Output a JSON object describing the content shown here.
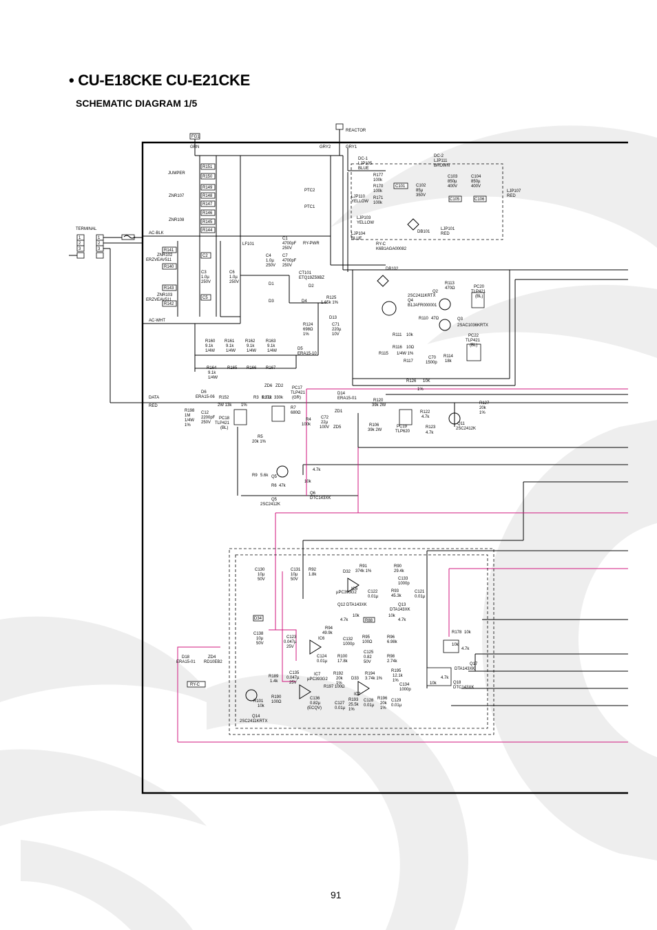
{
  "header": {
    "title": "• CU-E18CKE  CU-E21CKE",
    "subtitle": "SCHEMATIC DIAGRAM 1/5"
  },
  "footer": {
    "page_number": "91"
  },
  "schematic": {
    "connectors": {
      "terminal": "TERMINAL",
      "fg1": "FG1",
      "reactor": "REACTOR",
      "grn": "GRN",
      "gry2": "GRY2",
      "gry1": "GRY1",
      "ac_blk": "AC-BLK",
      "ac_wht": "AC-WHT",
      "data": "DATA",
      "red": "RED",
      "jumper": "JUMPER",
      "dc1": "DC-1",
      "dc2": "DC-2",
      "ljp105": "LJP105",
      "blue1": "BLUE",
      "ljp111": "LJP111",
      "brown": "BROWN",
      "ljp110": "LJP110",
      "yellow1": "YELLOW",
      "ljp103": "LJP103",
      "yellow2": "YELLOW",
      "ljp104": "LJP104",
      "blue2": "BLUE",
      "ljp107": "LJP107",
      "red2": "RED",
      "ljp101": "LJP101",
      "red3": "RED",
      "t1": "1",
      "t2": "2",
      "t3": "3",
      "t4": "1",
      "t5": "2",
      "t6": "3"
    },
    "resistors_top": [
      "R151",
      "R150",
      "R149",
      "R148",
      "R147",
      "R146",
      "R145",
      "R144"
    ],
    "znr": {
      "znr107": "ZNR107",
      "znr108": "ZNR108",
      "znr102": "ZNR102",
      "znr102_part": "ERZVEAV511",
      "znr103": "ZNR103",
      "znr103_part": "ERZVEAV511",
      "r141": "R141",
      "r140": "R140",
      "r143": "R143",
      "r142": "R142",
      "c2": "C2",
      "c5": "C5"
    },
    "labels": {
      "c3": "C3",
      "c3_v": "1.0µ",
      "c3_r": "250V",
      "c6": "C6",
      "c6_v": "1.0µ",
      "c6_r": "250V",
      "lf101": "LF101",
      "c4": "C4",
      "c4_v": "1.0µ",
      "c4_r": "250V",
      "c1": "C1",
      "c1_v": "4700pF",
      "c1_r": "250V",
      "c7": "C7",
      "c7_v": "4700pF",
      "c7_r": "250V",
      "ptc2": "PTC2",
      "ptc1": "PTC1",
      "rypwr": "RY-PWR",
      "ct101": "CT101",
      "ct101_part": "ETQ19Z59BZ",
      "d1": "D1",
      "d2": "D2",
      "d3": "D3",
      "d4": "D4",
      "r125": "R125",
      "r125_v": "1.65k  1%",
      "d13": "D13",
      "r124": "R124",
      "r124_v": "698Ω",
      "r124_t": "1%",
      "c71": "C71",
      "c71_v": "220µ",
      "c71_r": "10V",
      "r177": "R177",
      "r177_v": "100k",
      "r170": "R170",
      "r170_v": "100k",
      "r171": "R171",
      "r171_v": "100k",
      "c101": "C101",
      "c102": "C102",
      "c102_v": "85µ",
      "c102_r": "350V",
      "c103": "C103",
      "c103_v": "850µ",
      "c103_r": "400V",
      "c104": "C104",
      "c104_v": "850µ",
      "c104_r": "400V",
      "c105": "C105",
      "c106": "C106",
      "db101": "DB101",
      "ryc": "RY-C",
      "ryc_part": "K6B1AGA00082",
      "db102": "DB102",
      "q4_part": "2SC2411KRTX",
      "q4": "Q4",
      "q4_alt": "B1JAFR000001",
      "q2": "Q2",
      "r113": "R113",
      "r113_v": "470Ω",
      "pc20": "PC20",
      "pc20_part": "TLP421",
      "pc20_bl": "(BL)",
      "r110": "R110",
      "r110_v": "47Ω",
      "q3": "Q3",
      "q3_part": "2SAC1036KRTX",
      "r111": "R111",
      "r111_v": "10k",
      "pc22": "PC22",
      "pc22_part": "TLP421",
      "pc22_bl": "(BL)",
      "r116": "R116",
      "r116_v": "10Ω",
      "r115": "R115",
      "r117": "R117",
      "r117_v": "1/4W 1%",
      "c70": "C70",
      "c70_v": "1500p",
      "r114": "R114",
      "r114_v": "18k",
      "r160": "R160",
      "r161": "R161",
      "r162": "R162",
      "r163": "R163",
      "r16x_v": "9.1k",
      "r16x_w": "1/4W",
      "r164": "R164",
      "r165": "R165",
      "r166": "R166",
      "r167": "R167",
      "d5": "D5",
      "d5_part": "ERA15-10",
      "r126": "R126",
      "r126_v": "10K",
      "r126_t": "1%",
      "d6": "D6",
      "d6_part": "ERA15-06",
      "r152": "R152",
      "r152_v": "2W 13k",
      "r3": "R3",
      "r3_v": "1.21k",
      "r3_t": "1%",
      "zd6": "ZD6",
      "zd2": "ZD2",
      "r172": "R172",
      "r172_v": "330k",
      "pc17": "PC17",
      "pc17_part": "TLP421",
      "pc17_gr": "(GR)",
      "d14": "D14",
      "d14_part": "ERA15-01",
      "r120": "R120",
      "r120_v": "39k 2W",
      "r127": "R127",
      "r127_v": "20k",
      "r127_t": "1%",
      "r198": "R198",
      "r198_v": "1M",
      "r198_w": "1/4W",
      "r198_t": "1%",
      "c12": "C12",
      "c12_v": "2200pF",
      "c12_r": "250V",
      "pc18": "PC18",
      "pc18_part": "TLP421",
      "pc18_bl": "(BL)",
      "r7": "R7",
      "r7_v": "680Ω",
      "r4": "R4",
      "r4_v": "100k",
      "c72": "C72",
      "c72_v": "22µ",
      "c72_r": "100V",
      "zd1": "ZD1",
      "zd5": "ZD5",
      "r106": "R106",
      "r106_v": "39k 2W",
      "pc19": "PC19",
      "pc19_part": "TLP620",
      "r122": "R122",
      "r122_v": "4.7k",
      "r123": "R123",
      "r123_v": "4.7k",
      "q11": "Q11",
      "q11_part": "2SC2412K",
      "r5": "R5",
      "r5_v": "20k  1%",
      "r9": "R9",
      "r9_v": "5.6k",
      "q5a": "Q5",
      "r6": "R6",
      "r6_v": "47k",
      "q6_r1": "4.7k",
      "q6_r2": "10k",
      "q6": "Q6",
      "q6_part": "DTC143XK",
      "q5": "Q5",
      "q5_part": "2SC2412K",
      "c130": "C130",
      "c130_v": "10µ",
      "c130_r": "50V",
      "c131": "C131",
      "c131_v": "10µ",
      "c131_r": "50V",
      "r92": "R92",
      "r92_v": "1.8k",
      "r91": "R91",
      "r91_v": "374k  1%",
      "d32": "D32",
      "r90": "R90",
      "r90_v": "29.4k",
      "c133": "C133",
      "c133_v": "1000p",
      "ic6": "IC6",
      "ic6_part": "µPC393G2",
      "c122": "C122",
      "c122_v": "0.01µ",
      "r93": "R93",
      "r93_v": "45.3k",
      "c121": "C121",
      "c121_v": "0.01µ",
      "q12": "Q12 DTA143XK",
      "q13": "Q13",
      "q13_part": "DTA143XK",
      "d34": "D34",
      "q12_r1": "4.7k",
      "q12_r2": "10k",
      "r88": "R88",
      "q13_r1": "4.7k",
      "q13_r2": "10k",
      "c138": "C138",
      "c138_v": "10µ",
      "c138_r": "50V",
      "c123": "C123",
      "c123_v": "0.047µ",
      "c123_r": "25V",
      "ic6b": "IC6",
      "r94": "R94",
      "r94_v": "49.9k",
      "c132": "C132",
      "c132_v": "1000p",
      "r95": "R95",
      "r95_v": "100Ω",
      "r96": "R96",
      "r96_v": "6.98k",
      "c124": "C124",
      "c124_v": "0.01µ",
      "r100": "R100",
      "r100_v": "17.8k",
      "c125": "C125",
      "c125_v": "0.82",
      "c125_r": "50V",
      "r98": "R98",
      "r98_v": "2.74k",
      "r178": "R178",
      "r178_v": "10k",
      "q17": "Q17",
      "q17_part": "DTA143XK",
      "q17_r1": "10k",
      "q17_r2": "4.7k",
      "q18": "Q18",
      "q18_part": "DTC143XK",
      "q18_r1": "4.7k",
      "q18_r2": "10k",
      "d18": "D18",
      "d18_part": "ERA15-01",
      "zd4": "ZD4",
      "zd4_part": "RD10EB2",
      "ryc2": "RY-C",
      "r189": "R189",
      "r189_v": "1.4k",
      "c135": "C135",
      "c135_v": "0.047µ",
      "c135_r": "25V",
      "ic7": "IC7",
      "ic7_part": "µPC393G2",
      "r192": "R192",
      "r192_v": "20k",
      "r192_t": "1%",
      "d33": "D33",
      "r194": "R194",
      "r194_v": "3.74k 1%",
      "r195": "R195",
      "r195_v": "12.1k",
      "r195_t": "1%",
      "c134": "C134",
      "c134_v": "1000p",
      "r197": "R197",
      "r197_v": "100Ω",
      "ic7b": "IC7",
      "r190": "R190",
      "r190_v": "100Ω",
      "r101": "R101",
      "r101_v": "10k",
      "c136": "C136",
      "c136_v": "0.82µ",
      "c136_t": "(ECQV)",
      "c127": "C127",
      "c127_v": "0.01µ",
      "r193": "R193",
      "r193_v": "25.5k",
      "r193_t": "1%",
      "c128": "C128",
      "c128_v": "0.01µ",
      "r196": "R196",
      "r196_v": "20k",
      "r196_t": "1%",
      "c129": "C129",
      "c129_v": "0.01µ",
      "q14": "Q14",
      "q14_part": "2SC2411KRTX"
    }
  }
}
